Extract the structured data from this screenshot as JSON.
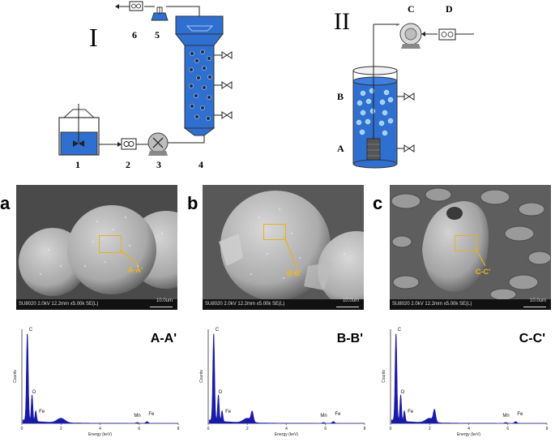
{
  "schematic_I": {
    "roman": "I",
    "labels": [
      "1",
      "2",
      "3",
      "4",
      "5",
      "6"
    ]
  },
  "schematic_II": {
    "roman": "II",
    "labels": [
      "A",
      "B",
      "C",
      "D"
    ]
  },
  "panels": [
    {
      "letter": "a",
      "roi": "A-A'",
      "eds_title": "A-A'",
      "sem_info": "SU8020 2.0kV 12.2mm x5.00k SE(L)",
      "scale": "10.0um"
    },
    {
      "letter": "b",
      "roi": "B-B'",
      "eds_title": "B-B'",
      "sem_info": "SU8020 2.0kV 12.2mm x5.00k SE(L)",
      "scale": "10.0um"
    },
    {
      "letter": "c",
      "roi": "C-C'",
      "eds_title": "C-C'",
      "sem_info": "SU8020 2.0kV 12.2mm x5.00k SE(L)",
      "scale": "10.0um"
    }
  ],
  "eds_axes": {
    "ylabel": "Counts",
    "xlabel": "Energy (keV)",
    "xticks": [
      "0",
      "2",
      "4",
      "6",
      "8"
    ],
    "peaks": [
      "C",
      "O",
      "Fe",
      "Mn",
      "Fe"
    ]
  },
  "colors": {
    "tank": "#2f6fd0",
    "roi": "#e8b020",
    "spectrum": "#1a1aa8",
    "bubble": "#9fd0f2"
  }
}
